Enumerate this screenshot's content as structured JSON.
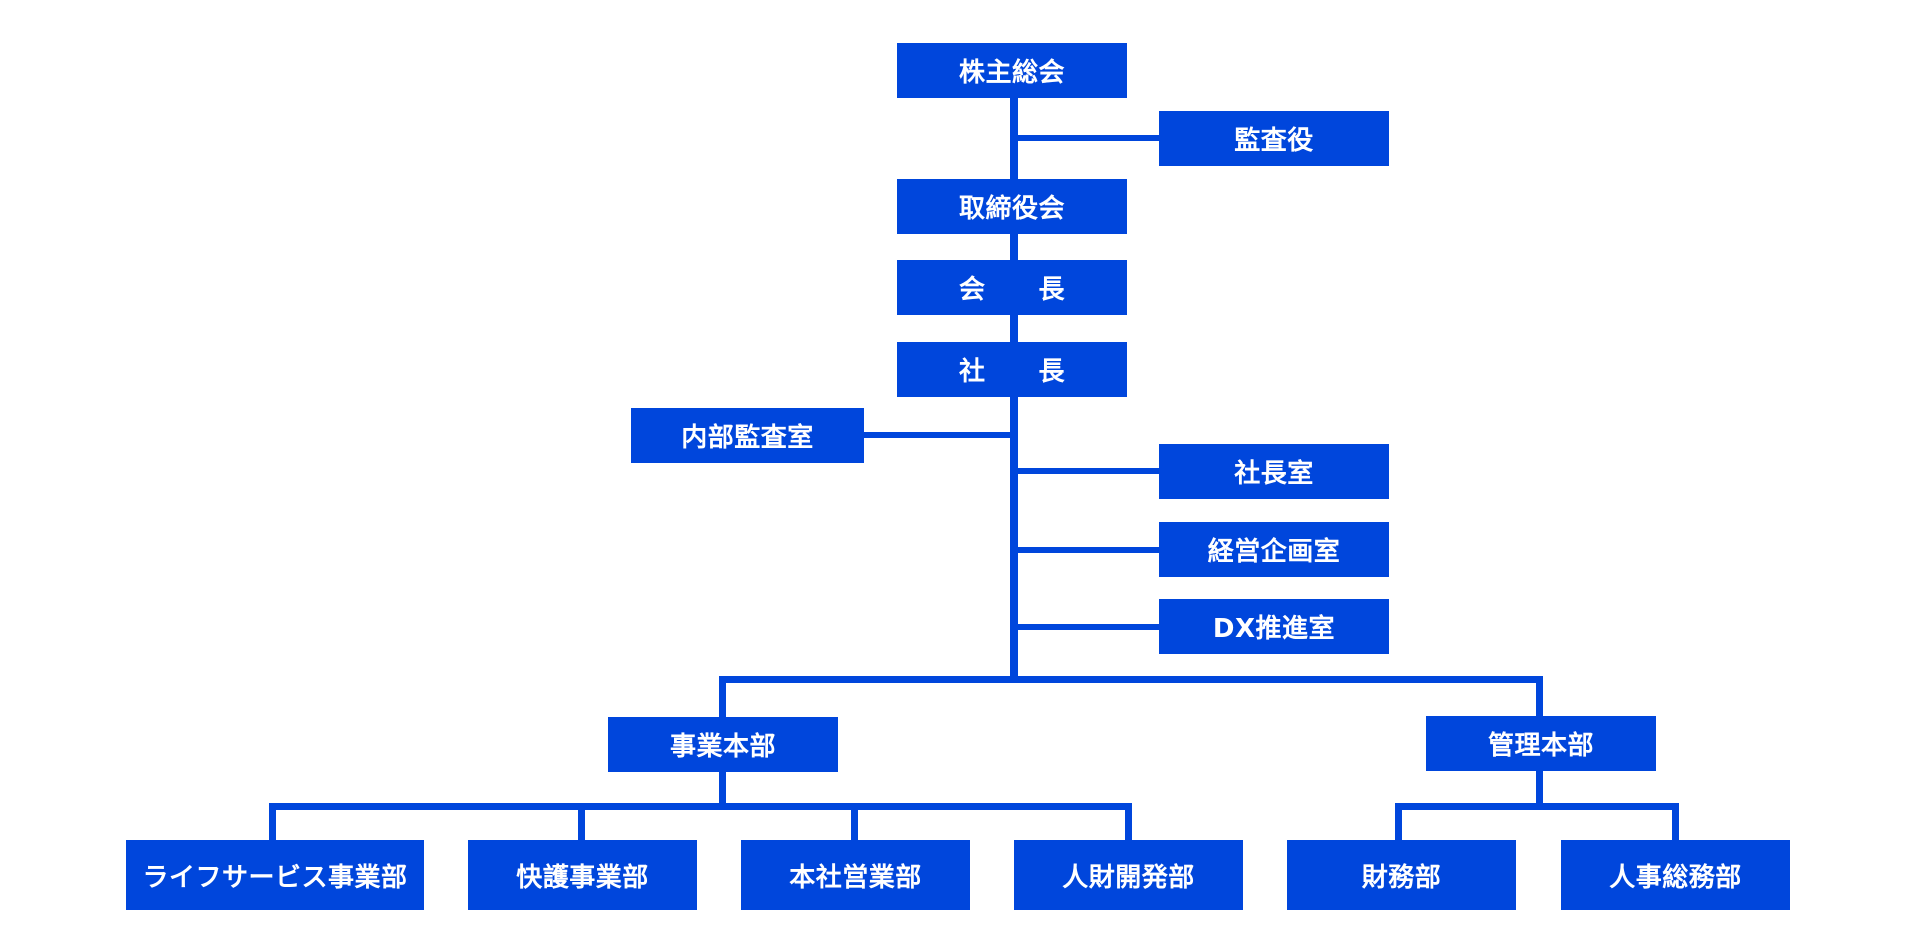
{
  "colors": {
    "accent": "#0046DC",
    "background": "#ffffff",
    "text": "#ffffff"
  },
  "nodes": {
    "shareholders": "株主総会",
    "auditor": "監査役",
    "board": "取締役会",
    "chairman": "会　　長",
    "president": "社　　長",
    "internal_audit": "内部監査室",
    "president_office": "社長室",
    "planning": "経営企画室",
    "dx": "DX推進室",
    "business_hq": "事業本部",
    "admin_hq": "管理本部",
    "life_service": "ライフサービス事業部",
    "care": "快護事業部",
    "sales": "本社営業部",
    "hr_dev": "人財開発部",
    "finance": "財務部",
    "general_affairs": "人事総務部"
  }
}
